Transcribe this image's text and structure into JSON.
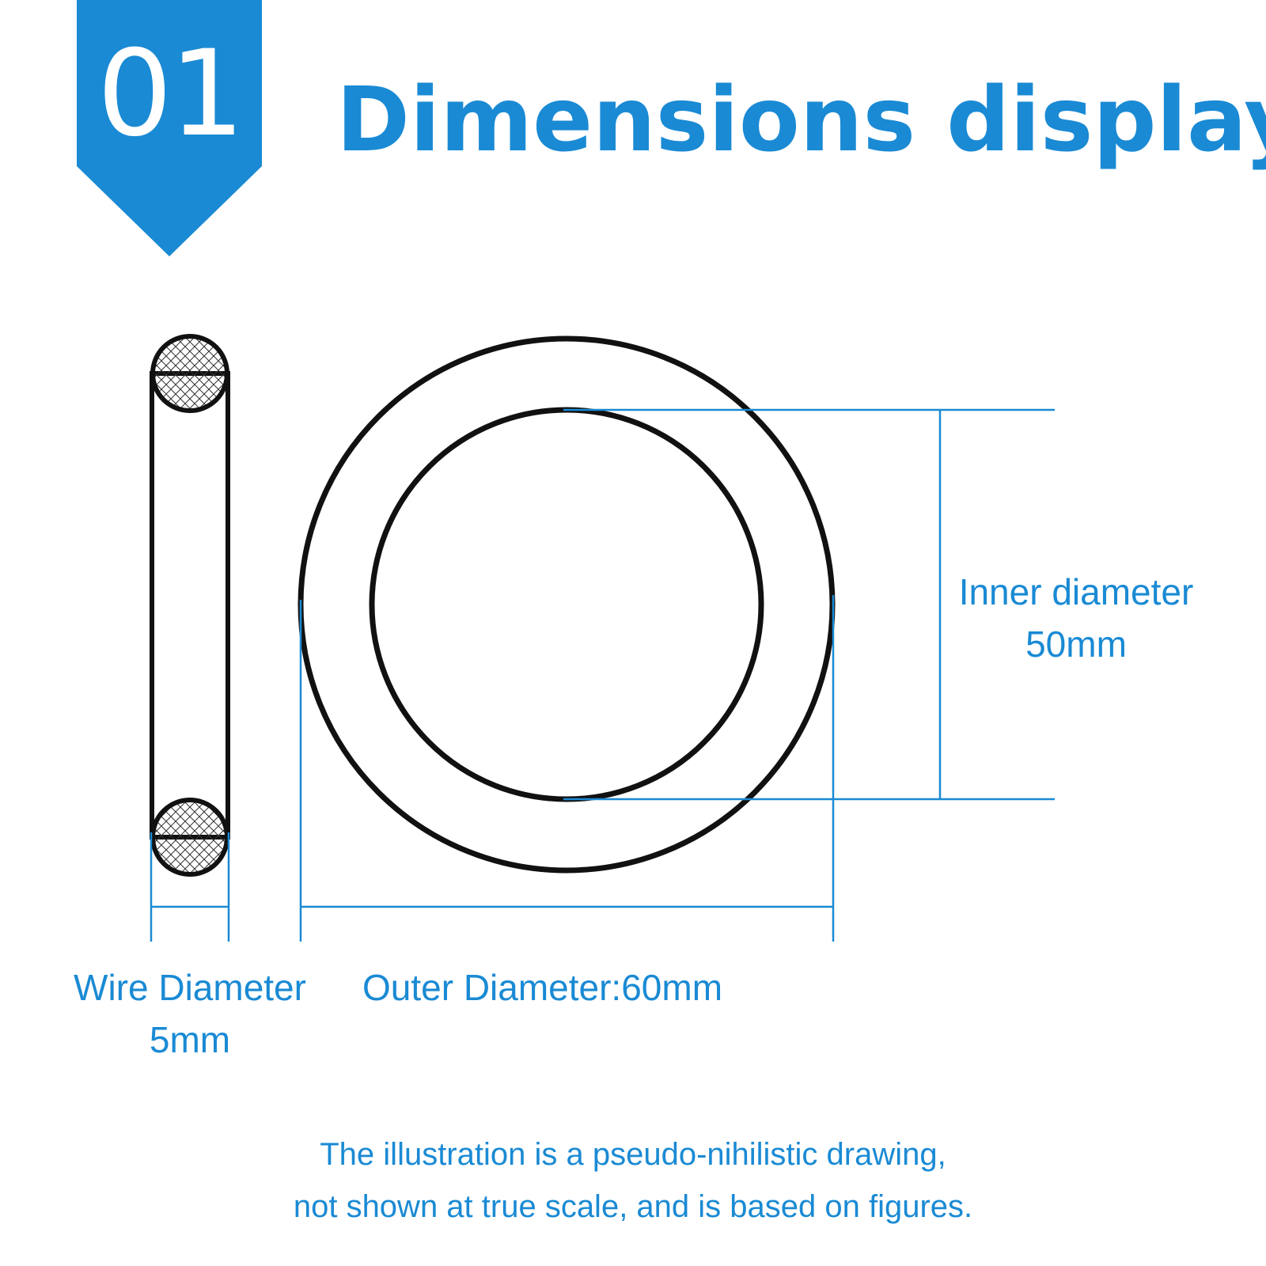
{
  "badge": {
    "number": "01",
    "color": "#1a8ad4"
  },
  "title": "Dimensions display",
  "colors": {
    "accent": "#1a8ad4",
    "outline": "#111111",
    "background": "#ffffff"
  },
  "labels": {
    "inner": {
      "name": "Inner diameter",
      "value": "50mm"
    },
    "wire": {
      "name": "Wire Diameter",
      "value": "5mm"
    },
    "outer": "Outer Diameter:60mm"
  },
  "note": {
    "line1": "The illustration is a pseudo-nihilistic drawing,",
    "line2": "not shown at true scale, and is based on figures."
  }
}
